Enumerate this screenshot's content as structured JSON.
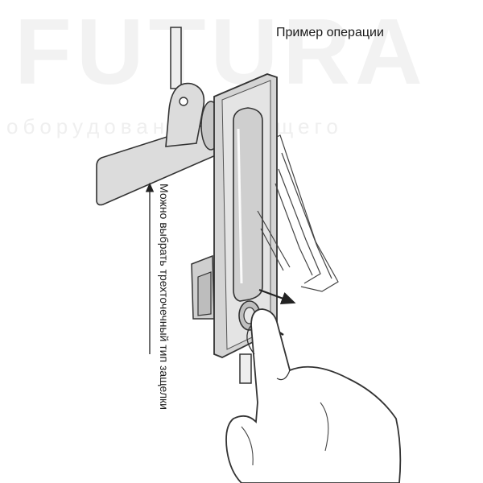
{
  "watermark": {
    "brand": "FUTURA",
    "tagline": "оборудование будущего"
  },
  "caption": "Пример операции",
  "note": "Можно выбрать трехточечный тип защелки"
}
